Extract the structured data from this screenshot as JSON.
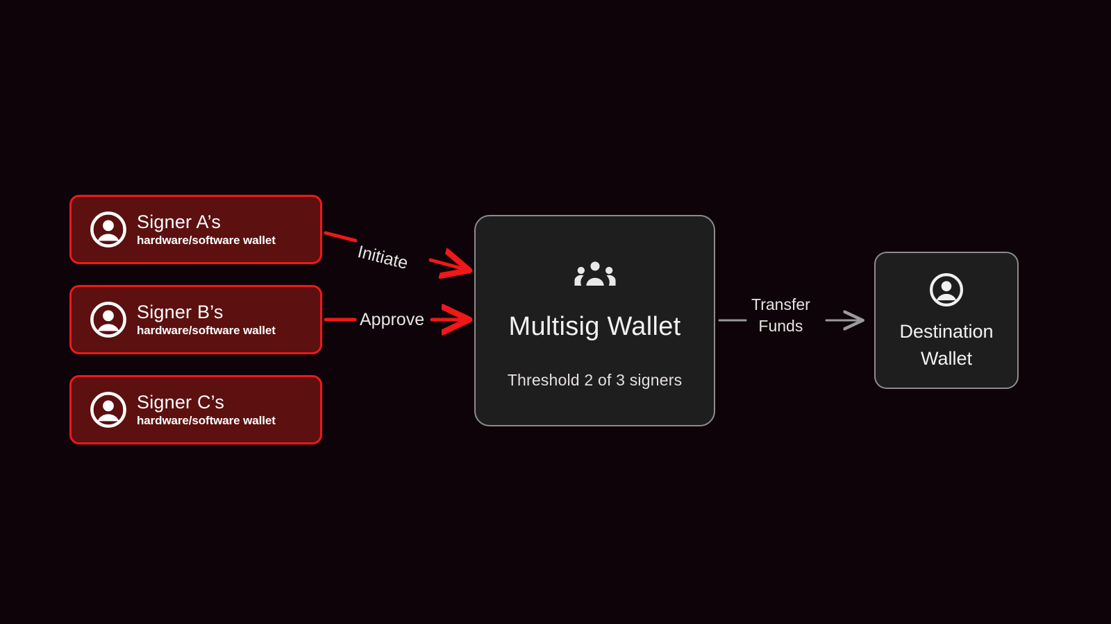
{
  "diagram": {
    "background_color": "#0d0308",
    "signers": [
      {
        "id": "signer-a",
        "title": "Signer A’s",
        "subtitle": "hardware/software wallet",
        "icon": "account-circle-icon"
      },
      {
        "id": "signer-b",
        "title": "Signer B’s",
        "subtitle": "hardware/software wallet",
        "icon": "account-circle-icon"
      },
      {
        "id": "signer-c",
        "title": "Signer C’s",
        "subtitle": "hardware/software wallet",
        "icon": "account-circle-icon"
      }
    ],
    "signer_card_style": {
      "fill": "#5c1010",
      "border": "#f01818",
      "text": "#ffffff"
    },
    "multisig": {
      "icon": "groups-icon",
      "title": "Multisig Wallet",
      "subtitle": "Threshold 2 of 3 signers",
      "threshold_required": 2,
      "threshold_total": 3,
      "fill": "#1e1e1e",
      "border": "#8c8c8c"
    },
    "destination": {
      "icon": "account-circle-icon",
      "title": "Destination\nWallet",
      "fill": "#1e1e1e",
      "border": "#8c8c8c"
    },
    "edges": [
      {
        "id": "edge-initiate",
        "label": "Initiate",
        "from": "signer-a",
        "to": "multisig",
        "color": "#f01818"
      },
      {
        "id": "edge-approve",
        "label": "Approve",
        "from": "signer-b",
        "to": "multisig",
        "color": "#f01818"
      },
      {
        "id": "edge-transfer",
        "label": "Transfer\nFunds",
        "from": "multisig",
        "to": "destination",
        "color": "#8c8c8c"
      }
    ]
  }
}
